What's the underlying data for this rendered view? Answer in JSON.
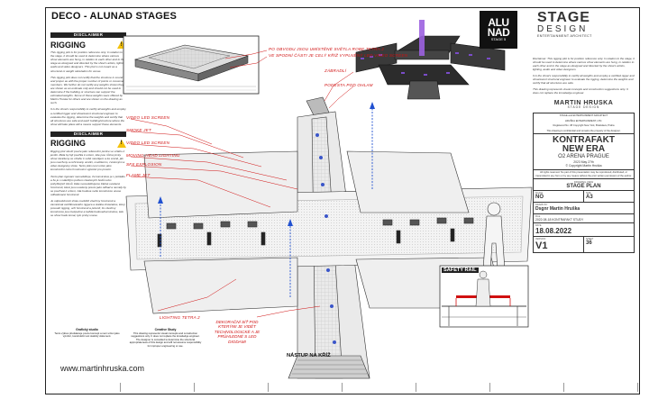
{
  "drawing": {
    "title": "DECO - ALUNAD STAGES",
    "website": "www.martinhruska.com"
  },
  "disclaimer_en": {
    "header": "DISCLAIMER",
    "rigging": "RIGGING",
    "paragraphs": [
      "This rigging plot is for position reference only. In relation to the stage, it should be used to determine where various show elements are hung, in relation to each other and to the stage as designed and directed by the show's artists, lighting, audio and video designers. This plot is not meant as a structural or weight calculation for venue.",
      "This rigging plot does not certify that the structure is sound and proper as with the proper number of points or movement members. We further do not certify any weights shown they are shown as an estimate only and should not be used to determine if the building or structure can support the estimated weights. Some of these weights were offered by Martin Hruska for others and are shown on the drawing as such.",
      "It is the show's responsibility to certify all weights and employ a certified rigger and show/event structural engineer to evaluate the rigging, determine the weights and certify that all structures are safe and each building/structure where the show will take place will a means support these elements."
    ]
  },
  "disclaimer_cz": {
    "header": "DISCLAIMER",
    "rigging": "RIGGING",
    "paragraphs": [
      "Rigging plot slouží pouze jako referenční pozice ve vztahu k jevišti. Měla by být použita k určení, kde jsou různé prvky show zavěšeny ve vztahu k sobě navzájem a ke scéně, jak jsou navrženy a režírovány umělci, osvětlením, zvukovými a video designéry show. Tento plán není určen jako konstrukční nebo hmotnostní výpočet pro prostor.",
      "Tento plán rigování neosvědčuje, že konstrukce je v pořádku a že je s náležitým počtem závěsných bodů nebo pohyblivých členů. Dále neosvědčujeme žádné uvedené hmotnosti, které jsou uvedeny pouze jako odhad a neměly by se používat k určení, zda budova nebo konstrukce unese odhadované hmotnosti.",
      "Je odpovědností show osvědčit všechny hmotnosti a zaměstnat certifikovaného riggera a statika show/akce, který posoudí rigging, určí hmotnosti a potvrdí, že všechny konstrukce jsou bezpečné a každá budova/konstrukce, kde se show bude konat, tyto prvky unese."
    ]
  },
  "credits": {
    "left_title": "Grafický studio",
    "left_text": "Tento výkres představuje pouze koncept a není určen jako výrobní, konstrukční ani statický dokument.",
    "right_title": "Creative Study",
    "right_text": "This drawing represents visual concepts and construction suggestions only. It does not replace the knowledge engineer. The designer is consulted to determine the structural appropriateness of this design and will not assume responsibility for improper engineering or use."
  },
  "right_panel": {
    "alunad_big": "ALU NAD",
    "alunad_small": "STAGE 5",
    "logo_line1": "STAGE",
    "logo_line2": "DESIGN",
    "logo_line3": "ENTERTAINMENT ARCHITECT",
    "notes": [
      "Disclaimer: This rigging plot is for position reference only. In relation to the stage, it should be used to determine where various show elements are hung, in relation to each other and to the stage as designed and directed by the show's artists, lighting, audio and video designers.",
      "It is the show's responsibility to certify all weights and employ a certified rigger and show/event structural engineer to evaluate the rigging, determine the weights and certify that all structures are safe.",
      "This drawing represents visual concepts and construction suggestions only. It does not replace the knowledge engineer."
    ],
    "mh_logo": "MARTIN HRUSKA",
    "mh_sub": "STAGE DESIGN",
    "contact": [
      "STAGE and ENTERTAINMENT ARCHITECT",
      "HRUŠKA ENTERTAINMENT, LTD.",
      "Registered No. 08 Copyright New York, Bratislava, Praha",
      "This drawing is confidential and remains the property of the designer."
    ],
    "project_name_1": "KONTRAFAKT",
    "project_name_2": "NEW ERA",
    "venue": "O2 ARENA PRAGUE",
    "date_line": "2023 May 27th",
    "copyright": "© Copyright Martin Hruška",
    "rights": "All rights reserved. No part of this presentation may be reproduced, distributed, or transmitted in any form or by any means without the prior written permission of the author.",
    "drawing_view_label": "DRAWING VIEW",
    "drawing_view": "STAGE PLAN",
    "scale_label": "SCALE",
    "scale": "NO",
    "size_label": "SIZE",
    "size": "A3",
    "drawn_by_label": "DRAWN BY",
    "drawn_by": "Dsgnr Martin Hruška",
    "file_label": "FILE",
    "file": "2022-08-18 KONTRAFAKT STUDY",
    "date_label": "DATE",
    "date": "18.08.2022",
    "version_label": "VERSION",
    "version": "V1",
    "sheet_label": "SHEET",
    "sheet": "36"
  },
  "callouts": {
    "top_red": "PO OBVODU JSOU UMÍSTĚNÉ SVĚTLA ROBE TETRA 2",
    "top_red_2": "VE SPODNÍ ČÁSTI JE CELÝ KŘÍŽ VYPLNĚNÝ LED VIDEO SCREEN",
    "zabradli": "ZÁBRADLÍ",
    "podesta": "PODESTA POD OHLAM",
    "video_led_1": "VIDEO LED SCREEN",
    "smoke_jet": "SMOKE JET",
    "video_led_2": "VIDEO LED SCREEN",
    "moving_head": "MOVING HEAD LIGHTING",
    "sfx": "SFX EXPLOSION",
    "flame": "FLAME JET",
    "lighting_tetra": "LIGHTING TETRA 2",
    "dekorace": "DEKORAČNÍ SÍŤ POD KTERÝMI JE VIDĚT TECHNOLOGICKÉ A JE PRŮHLEDNÉ S LED DIODAMI",
    "safety_rail": "SAFETY RAIL",
    "nastup": "NÁSTUP NA KŘÍŽ"
  }
}
